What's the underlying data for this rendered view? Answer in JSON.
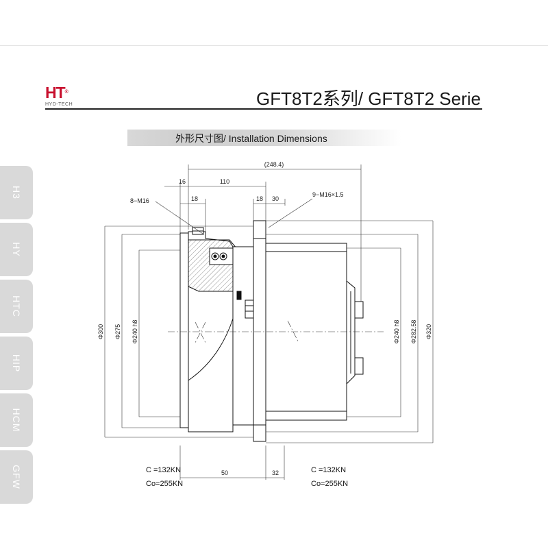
{
  "brand": {
    "mark": "HT",
    "reg": "®",
    "sub": "HYD-TECH"
  },
  "title": "GFT8T2系列/ GFT8T2 Serie",
  "section_title": "外形尺寸图/ Installation Dimensions",
  "side_tabs": [
    "H3",
    "HY",
    "HTC",
    "HIP",
    "HCM",
    "GFW"
  ],
  "dimensions": {
    "overall_length": "(248.4)",
    "d16": "16",
    "d110": "110",
    "d18_left": "18",
    "d18_right": "18",
    "d30": "30",
    "d50": "50",
    "d32": "32",
    "thread_left": "8−M16",
    "thread_right": "9−M16×1.5",
    "dia300": "Φ300",
    "dia275": "Φ275",
    "dia240_left": "Φ240 h8",
    "dia240_right": "Φ240 h8",
    "dia282": "Φ282.58",
    "dia320": "Φ320"
  },
  "loads_left": {
    "c": "C  =132KN",
    "co": "Co=255KN"
  },
  "loads_right": {
    "c": "C  =132KN",
    "co": "Co=255KN"
  }
}
